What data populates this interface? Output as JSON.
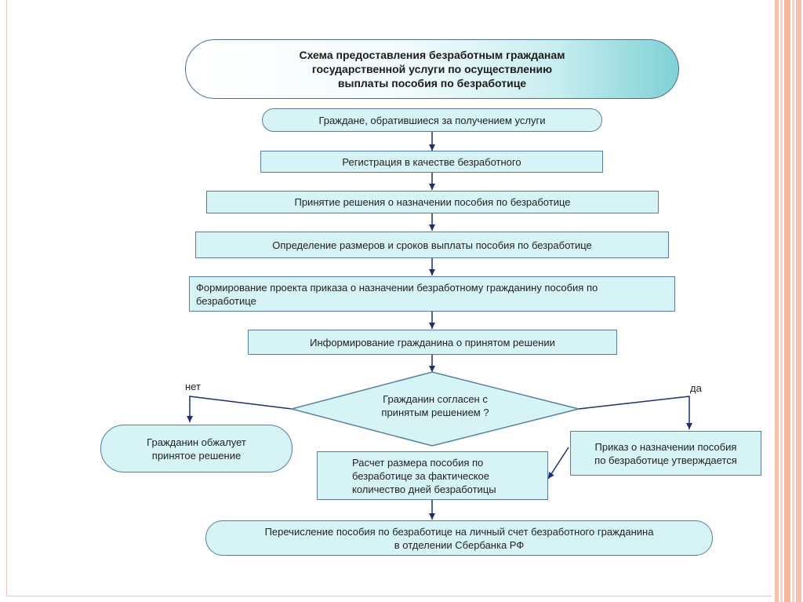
{
  "title": "Схема предоставления безработным гражданам\nгосударственной услуги по осуществлению\nвыплаты пособия по безработице",
  "steps": {
    "citizens": "Граждане, обратившиеся за получением услуги",
    "registration": "Регистрация в качестве безработного",
    "decision": "Принятие решения о назначении пособия по безработице",
    "determination": "Определение размеров и сроков выплаты пособия по безработице",
    "draft_order": "Формирование проекта приказа о назначении безработному гражданину пособия по\nбезработице",
    "inform": "Информирование гражданина о принятом решении",
    "question": "Гражданин согласен с\nпринятым решением ?",
    "appeal": "Гражданин обжалует\nпринятое решение",
    "order_approved": "Приказ о назначении пособия\nпо безработице утверждается",
    "calculation": "Расчет размера пособия по\nбезработице за фактическое\nколичество дней безработицы",
    "transfer": "Перечисление пособия по безработице на личный счет безработного гражданина\nв отделении Сбербанка РФ"
  },
  "labels": {
    "no": "нет",
    "yes": "да"
  },
  "colors": {
    "box_fill": "#d6f3f5",
    "box_border": "#5a7ea0",
    "arrow": "#1f2f6b",
    "title_accent": "#7fd1d6",
    "side_stripe": "#f4b7a0"
  }
}
